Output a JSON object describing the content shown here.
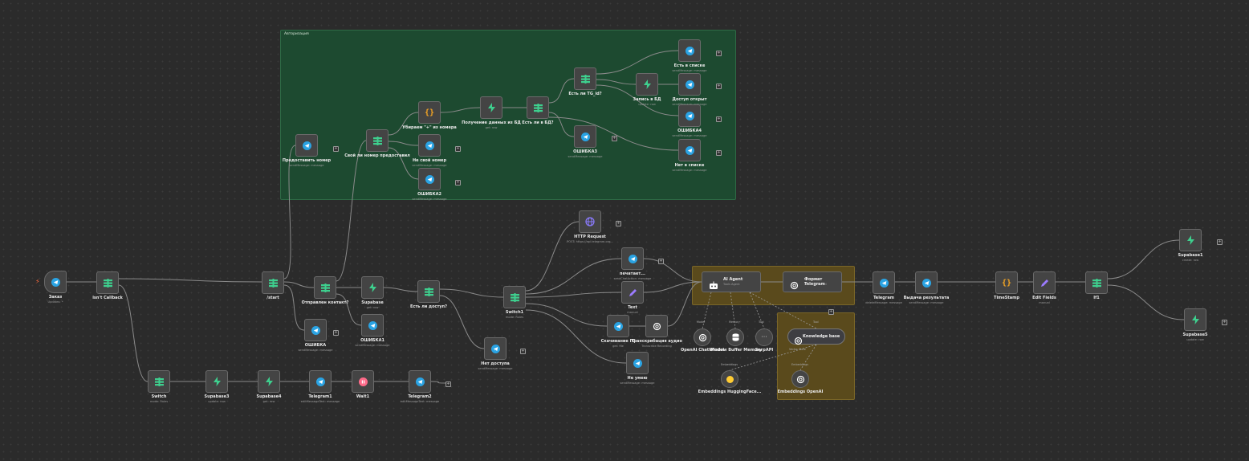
{
  "colors": {
    "telegram": "#2aa3e3",
    "supabase": "#3ecf8e",
    "switch": "#3ecf8e",
    "code": "#f5a623",
    "edit": "#9b7bff",
    "wait": "#ff6b8a",
    "http": "#8b7bff",
    "openai": "#ffffff",
    "sticky_green": "#1d4a30",
    "sticky_olive": "#5a4a1c"
  },
  "sticky": {
    "auth_title": "Авторизация"
  },
  "nodes": {
    "zakaz": {
      "label": "Заказ",
      "sub": "Updates: *"
    },
    "isnt_callback": {
      "label": "isn't Callback",
      "sub": ""
    },
    "start": {
      "label": "/start",
      "sub": ""
    },
    "otpravlen_kontakt": {
      "label": "Отправлен контакт?",
      "sub": ""
    },
    "supabase": {
      "label": "Supabase",
      "sub": "get: row"
    },
    "est_li_dostup": {
      "label": "Есть ли доступ?",
      "sub": ""
    },
    "switch1": {
      "label": "Switch1",
      "sub": "mode: Rules"
    },
    "predostavit": {
      "label": "Предоставить номер",
      "sub": "sendMessage: message"
    },
    "svoy_nomer": {
      "label": "Свой ли номер предоставил",
      "sub": ""
    },
    "ubiraem": {
      "label": "Убираем \"+\" из номера",
      "sub": ""
    },
    "ne_svoy": {
      "label": "Не свой номер",
      "sub": "sendMessage: message"
    },
    "oshibka2": {
      "label": "ОШИБКА2",
      "sub": "sendMessage: message"
    },
    "poluchenie": {
      "label": "Получение данных из БД",
      "sub": "get: row"
    },
    "est_v_bd": {
      "label": "Есть ли в БД?",
      "sub": ""
    },
    "est_tg_id": {
      "label": "Есть ли TG_id?",
      "sub": ""
    },
    "oshibka3": {
      "label": "ОШИБКА3",
      "sub": "sendMessage: message"
    },
    "zapis": {
      "label": "Запись в БД",
      "sub": "update: row"
    },
    "est_v_spiske": {
      "label": "Есть в списке",
      "sub": "sendMessage: message"
    },
    "dostup_otkryt": {
      "label": "Доступ открыт",
      "sub": "sendMessage: message"
    },
    "oshibka4": {
      "label": "ОШИБКА4",
      "sub": "sendMessage: message"
    },
    "net_v_spiske": {
      "label": "Нет в списке",
      "sub": "sendMessage: message"
    },
    "oshibka": {
      "label": "ОШИБКА",
      "sub": "sendMessage: message"
    },
    "oshibka1": {
      "label": "ОШИБКА1",
      "sub": "sendMessage: message"
    },
    "net_dostupa": {
      "label": "Нет доступа",
      "sub": "sendMessage: message"
    },
    "http": {
      "label": "HTTP Request",
      "sub": "POST: https://api.telegram.org..."
    },
    "pechataet": {
      "label": "печатает...",
      "sub": "sendChatAction: message"
    },
    "text": {
      "label": "Text",
      "sub": "manual"
    },
    "skachivanie": {
      "label": "Скачивание ГС",
      "sub": "get: file"
    },
    "transkrib": {
      "label": "Транскрибация аудио",
      "sub": "Transcribe Recording"
    },
    "ne_umeu": {
      "label": "Не умею",
      "sub": "sendMessage: message"
    },
    "ai_agent": {
      "label": "AI Agent",
      "sub": "Tools Agent"
    },
    "format_tg": {
      "label": "Формат Telegram",
      "sub": "Message Model"
    },
    "openai_chat": {
      "label": "OpenAI Chat Model",
      "sub": "",
      "tag": "Model"
    },
    "window_mem": {
      "label": "Window Buffer Memory",
      "sub": "",
      "tag": "Memory"
    },
    "serpapi": {
      "label": "SerpAPI",
      "sub": "",
      "tag": "Tool"
    },
    "kb": {
      "label": "Knowledge base",
      "tag": "Tool"
    },
    "emb_hf": {
      "label": "Embeddings HuggingFace...",
      "tag": "Embeddings"
    },
    "emb_openai": {
      "label": "Embeddings OpenAI",
      "tag": "Embeddings"
    },
    "vector_tag": {
      "tag": "Vector Store"
    },
    "telegram": {
      "label": "Telegram",
      "sub": "deleteMessage: message"
    },
    "vydacha": {
      "label": "Выдача результата",
      "sub": "sendMessage: message"
    },
    "timestamp": {
      "label": "TimeStamp",
      "sub": ""
    },
    "edit_fields": {
      "label": "Edit Fields",
      "sub": "manual"
    },
    "if": {
      "label": "If1",
      "sub": ""
    },
    "supabase1": {
      "label": "Supabase1",
      "sub": "create: row"
    },
    "supabase5": {
      "label": "Supabase5",
      "sub": "update: row"
    },
    "switch": {
      "label": "Switch",
      "sub": "mode: Rules"
    },
    "supabase3": {
      "label": "Supabase3",
      "sub": "update: row"
    },
    "supabase4": {
      "label": "Supabase4",
      "sub": "get: row"
    },
    "telegram1": {
      "label": "Telegram1",
      "sub": "editMessageText: message"
    },
    "wait1": {
      "label": "Wait1",
      "sub": ""
    },
    "telegram2": {
      "label": "Telegram2",
      "sub": "editMessageText: message"
    }
  },
  "ports": {
    "true": "true",
    "false": "false"
  }
}
